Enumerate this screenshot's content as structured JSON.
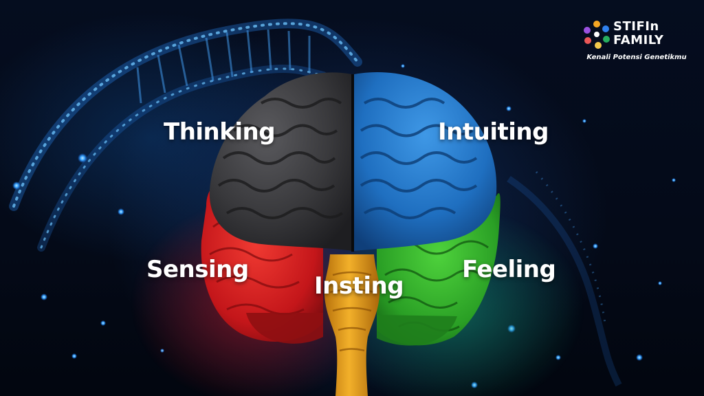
{
  "logo": {
    "brand_line1": "STIFIn",
    "brand_line2": "FAMILY",
    "tagline": "Kenali Potensi Genetikmu",
    "icon": "people-circle-logo-icon"
  },
  "regions": {
    "thinking": {
      "label": "Thinking",
      "color": "#3b3b3d"
    },
    "intuiting": {
      "label": "Intuiting",
      "color": "#1f74c8"
    },
    "sensing": {
      "label": "Sensing",
      "color": "#d11d1d"
    },
    "feeling": {
      "label": "Feeling",
      "color": "#2faa2a"
    },
    "insting": {
      "label": "Insting",
      "color": "#e9a21a"
    }
  },
  "background": {
    "theme": "dna-helix-blue"
  }
}
